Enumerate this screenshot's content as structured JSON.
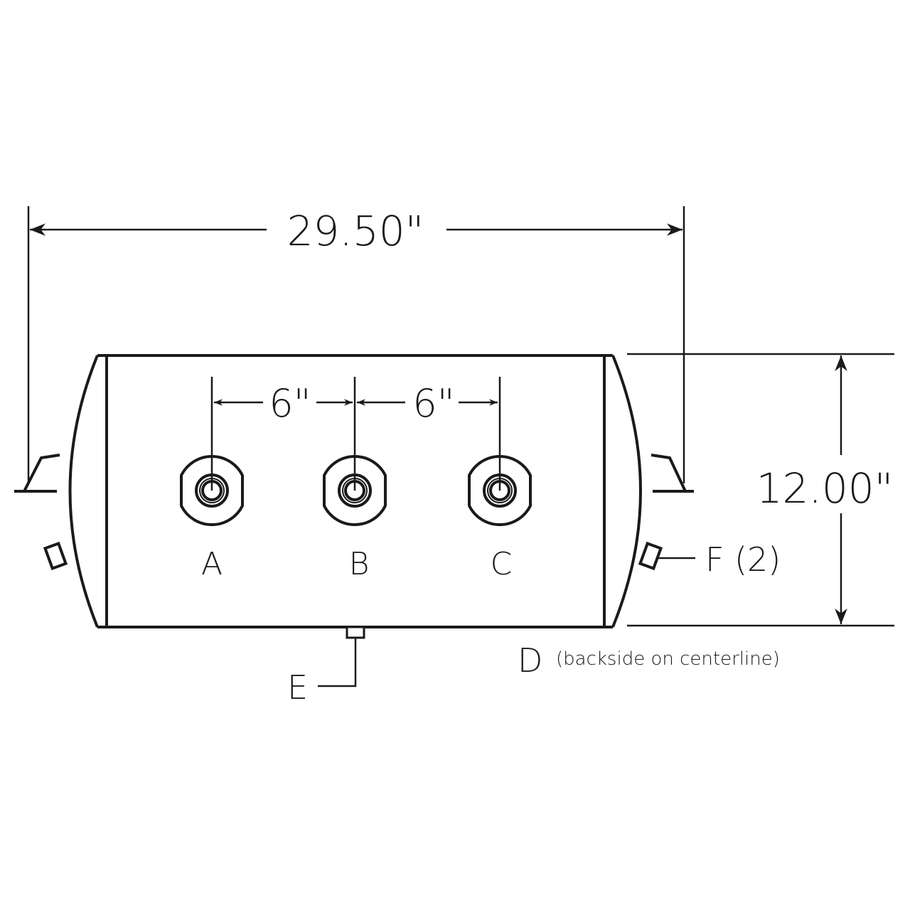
{
  "dimensions": {
    "overall_length": "29.50\"",
    "diameter": "12.00\"",
    "port_spacing_1": "6\"",
    "port_spacing_2": "6\""
  },
  "ports": {
    "a": "A",
    "b": "B",
    "c": "C"
  },
  "labels": {
    "d": "D",
    "d_note": "(backside on centerline)",
    "e": "E",
    "f": "F (2)"
  },
  "colors": {
    "line": "#1a1a1a",
    "background": "#ffffff"
  }
}
